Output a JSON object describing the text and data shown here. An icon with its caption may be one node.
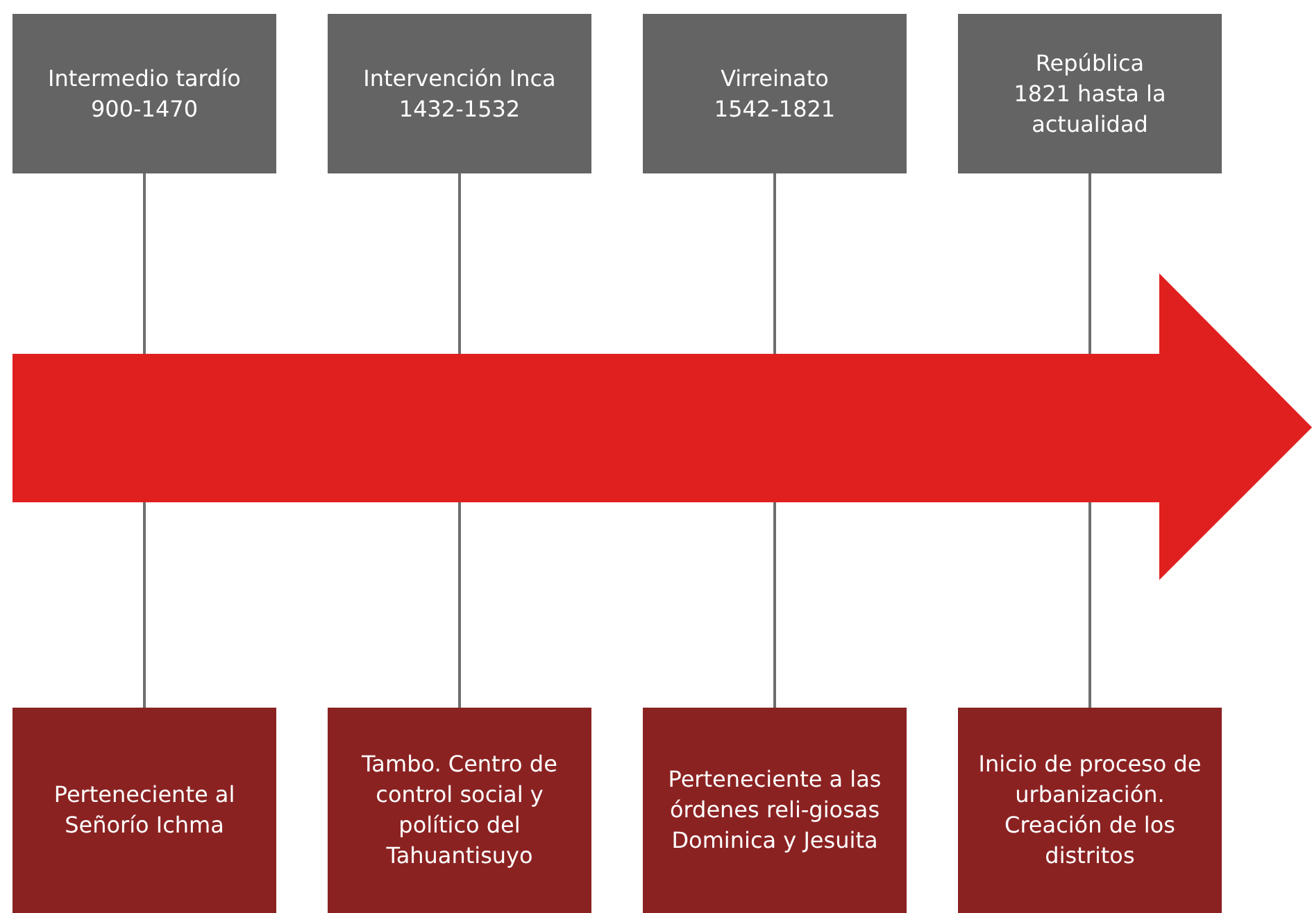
{
  "diagram": {
    "nodes": [
      {
        "text": [
          "Intermedio tardío",
          "900-1470"
        ]
      },
      {
        "text": [
          "Intervención Inca",
          "1432-1532"
        ]
      },
      {
        "text": [
          "Virreinato",
          "1542-1821"
        ]
      },
      {
        "text": [
          "República",
          "1821 hasta la actualidad"
        ]
      },
      {
        "text": [
          "Perteneciente al Señorío Ichma"
        ]
      },
      {
        "text": [
          "Tambo. Centro de control social y político del Tahuantisuyo"
        ]
      },
      {
        "text": [
          "Perteneciente a las órdenes reli-giosas Dominica y Jesuita"
        ]
      },
      {
        "text": [
          "Inicio de proceso de urbanización. Creación de los distritos"
        ]
      }
    ],
    "edges": [
      {
        "from": 0,
        "to": 4,
        "arrow": "none"
      },
      {
        "from": 1,
        "to": 5,
        "arrow": "none"
      },
      {
        "from": 2,
        "to": 6,
        "arrow": "none"
      },
      {
        "from": 3,
        "to": 7,
        "arrow": "none"
      }
    ]
  }
}
